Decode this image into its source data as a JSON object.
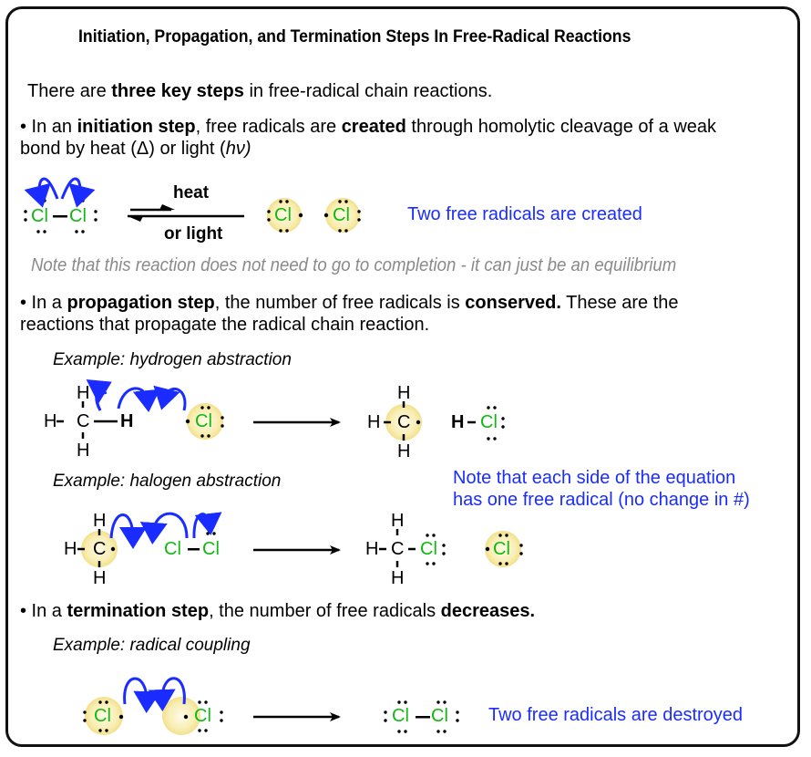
{
  "title": "Initiation, Propagation, and Termination Steps In Free-Radical Reactions",
  "intro": {
    "prefix": "There are ",
    "bold": "three key steps",
    "suffix": " in free-radical chain reactions."
  },
  "initiation": {
    "bullet": "• In an ",
    "bold1": "initiation step",
    "mid": ", free radicals are ",
    "bold2": "created",
    "rest": " through homolytic cleavage of a weak",
    "line2_prefix": "bond by heat (Δ) or light (",
    "line2_italic": "hν)",
    "arrow_top": "heat",
    "arrow_bottom": "or light",
    "result_note": "Two free radicals are created",
    "equilibrium_note": "Note that this reaction does not need to go to completion - it can just be an equilibrium"
  },
  "propagation": {
    "bullet": "• In a ",
    "bold1": "propagation step",
    "mid": ", the number of free radicals is ",
    "bold2": "conserved.",
    "rest": " These are the",
    "line2": "reactions that propagate the radical chain reaction.",
    "example1": "Example: hydrogen abstraction",
    "example2": "Example: halogen abstraction",
    "note_line1": "Note that each side of the equation",
    "note_line2": "has one free radical (no change in #)"
  },
  "termination": {
    "bullet": "• In a ",
    "bold1": "termination step",
    "mid": ", the number of free radicals ",
    "bold2": "decreases.",
    "example": "Example: radical coupling",
    "result_note": "Two free radicals are destroyed"
  },
  "atoms": {
    "cl": "Cl",
    "c": "C",
    "h": "H",
    "bond": "–"
  },
  "colors": {
    "chlorine": "#11b811",
    "arrow_blue": "#1a2cff",
    "note_blue": "#1a2cff",
    "note_gray": "#8a8a8a",
    "radical_highlight": "#f7eaa8"
  }
}
